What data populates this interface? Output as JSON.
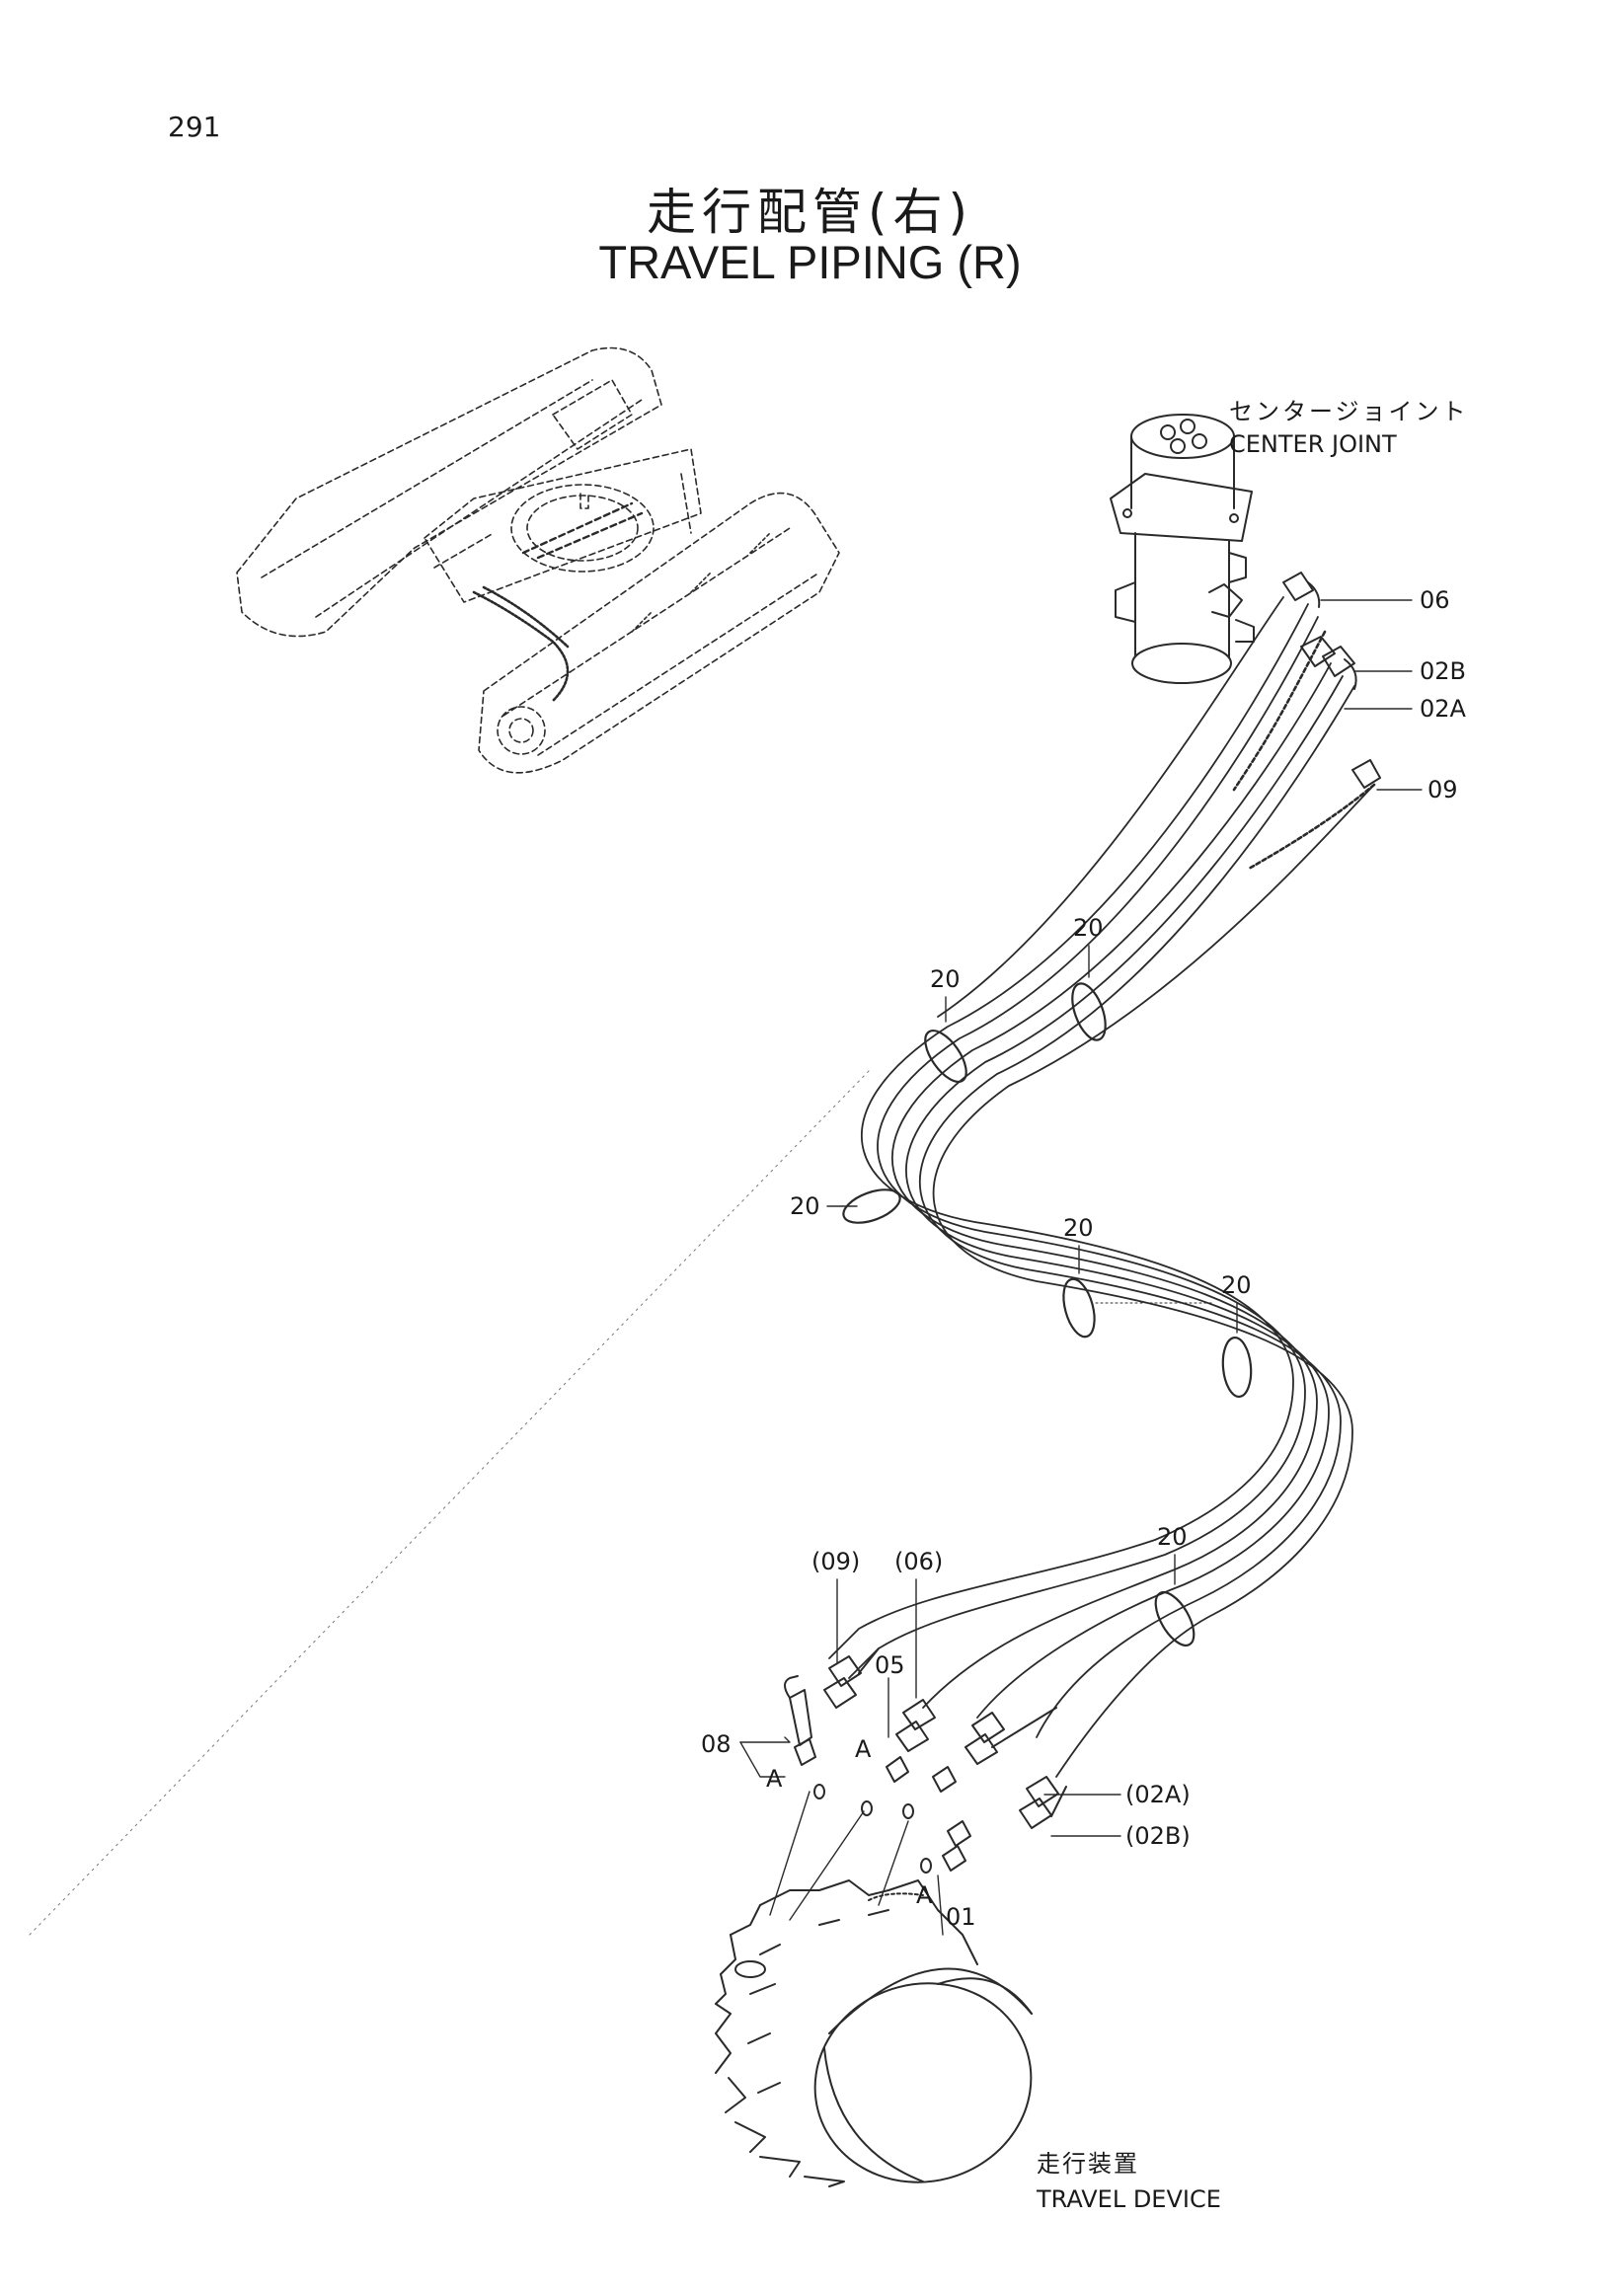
{
  "page_number": "291",
  "title_jp": "走行配管(右)",
  "title_en": "TRAVEL PIPING (R)",
  "components": {
    "center_joint": {
      "label_jp": "センタージョイント",
      "label_en": "CENTER JOINT"
    },
    "travel_device": {
      "label_jp": "走行装置",
      "label_en": "TRAVEL DEVICE"
    }
  },
  "callouts": {
    "p06": "06",
    "p02b": "02B",
    "p02a": "02A",
    "p09": "09",
    "clamp": "20",
    "ref09": "(09)",
    "ref06": "(06)",
    "p05": "05",
    "p08": "08",
    "view_a": "A",
    "ref02a": "(02A)",
    "ref02b": "(02B)",
    "p01": "01"
  }
}
